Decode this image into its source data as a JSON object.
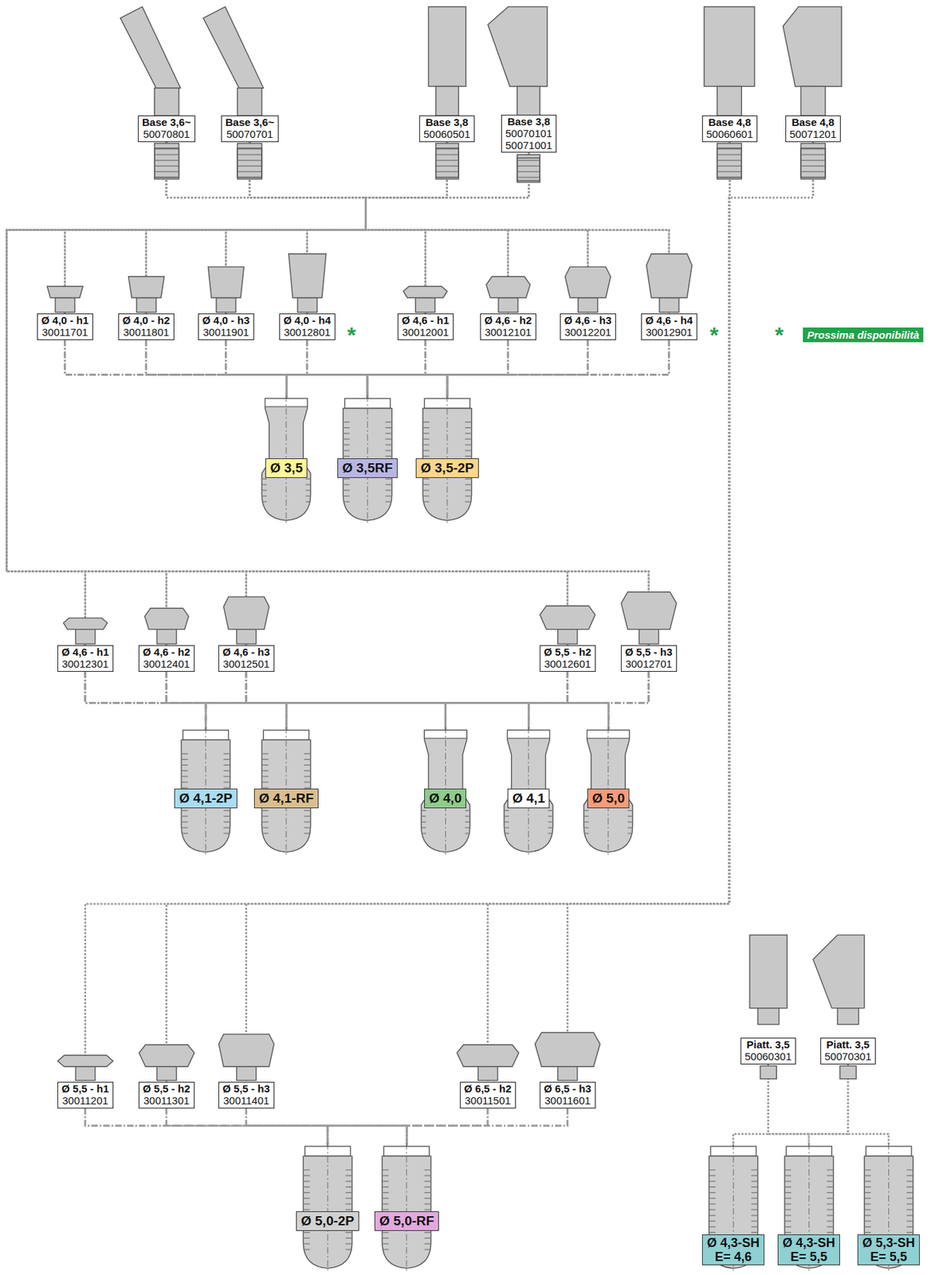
{
  "diagram": {
    "nodes": [
      {
        "text": [
          "Base 3,6~",
          "50070801"
        ]
      },
      {
        "text": [
          "Base 3,6~",
          "50070701"
        ]
      },
      {
        "text": [
          "Base 3,8",
          "50060501"
        ]
      },
      {
        "text": [
          "Base 3,8",
          "50070101",
          "50071001"
        ]
      },
      {
        "text": [
          "Base 4,8",
          "50060601"
        ]
      },
      {
        "text": [
          "Base 4,8",
          "50071201"
        ]
      },
      {
        "text": [
          "Ø 4,0 - h1",
          "30011701"
        ]
      },
      {
        "text": [
          "Ø 4,0 - h2",
          "30011801"
        ]
      },
      {
        "text": [
          "Ø 4,0 - h3",
          "30011901"
        ]
      },
      {
        "text": [
          "Ø 4,0 - h4",
          "30012801"
        ]
      },
      {
        "text": [
          "Ø 4,6 - h1",
          "30012001"
        ]
      },
      {
        "text": [
          "Ø 4,6 - h2",
          "30012101"
        ]
      },
      {
        "text": [
          "Ø 4,6 - h3",
          "30012201"
        ]
      },
      {
        "text": [
          "Ø 4,6 - h4",
          "30012901"
        ]
      },
      {
        "text": [
          "Ø 3,5"
        ]
      },
      {
        "text": [
          "Ø 3,5RF"
        ]
      },
      {
        "text": [
          "Ø 3,5-2P"
        ]
      },
      {
        "text": [
          "Ø 4,6 - h1",
          "30012301"
        ]
      },
      {
        "text": [
          "Ø 4,6 - h2",
          "30012401"
        ]
      },
      {
        "text": [
          "Ø 4,6 - h3",
          "30012501"
        ]
      },
      {
        "text": [
          "Ø 5,5 - h2",
          "30012601"
        ]
      },
      {
        "text": [
          "Ø 5,5 - h3",
          "30012701"
        ]
      },
      {
        "text": [
          "Ø 4,1-2P"
        ]
      },
      {
        "text": [
          "Ø 4,1-RF"
        ]
      },
      {
        "text": [
          "Ø 4,0"
        ]
      },
      {
        "text": [
          "Ø 4,1"
        ]
      },
      {
        "text": [
          "Ø 5,0"
        ]
      },
      {
        "text": [
          "Ø 5,5 - h1",
          "30011201"
        ]
      },
      {
        "text": [
          "Ø 5,5 - h2",
          "30011301"
        ]
      },
      {
        "text": [
          "Ø 5,5 - h3",
          "30011401"
        ]
      },
      {
        "text": [
          "Ø 6,5 - h2",
          "30011501"
        ]
      },
      {
        "text": [
          "Ø 6,5 - h3",
          "30011601"
        ]
      },
      {
        "text": [
          "Ø 5,0-2P"
        ]
      },
      {
        "text": [
          "Ø 5,0-RF"
        ]
      },
      {
        "text": [
          "Piatt. 3,5",
          "50060301"
        ]
      },
      {
        "text": [
          "Piatt. 3,5",
          "50070301"
        ]
      },
      {
        "text": [
          "Ø 4,3-SH",
          "E= 4,6"
        ]
      },
      {
        "text": [
          "Ø 4,3-SH",
          "E= 5,5"
        ]
      },
      {
        "text": [
          "Ø 5,3-SH",
          "E= 5,5"
        ]
      }
    ],
    "edges": [
      {
        "from": 0,
        "to": 6,
        "arrow": "none"
      },
      {
        "from": 0,
        "to": 7,
        "arrow": "none"
      },
      {
        "from": 0,
        "to": 8,
        "arrow": "none"
      },
      {
        "from": 0,
        "to": 9,
        "arrow": "none"
      },
      {
        "from": 0,
        "to": 10,
        "arrow": "none"
      },
      {
        "from": 0,
        "to": 11,
        "arrow": "none"
      },
      {
        "from": 0,
        "to": 12,
        "arrow": "none"
      },
      {
        "from": 0,
        "to": 13,
        "arrow": "none"
      },
      {
        "from": 1,
        "to": 6,
        "arrow": "none"
      },
      {
        "from": 1,
        "to": 7,
        "arrow": "none"
      },
      {
        "from": 1,
        "to": 8,
        "arrow": "none"
      },
      {
        "from": 1,
        "to": 9,
        "arrow": "none"
      },
      {
        "from": 1,
        "to": 10,
        "arrow": "none"
      },
      {
        "from": 1,
        "to": 11,
        "arrow": "none"
      },
      {
        "from": 1,
        "to": 12,
        "arrow": "none"
      },
      {
        "from": 1,
        "to": 13,
        "arrow": "none"
      },
      {
        "from": 2,
        "to": 6,
        "arrow": "none"
      },
      {
        "from": 2,
        "to": 7,
        "arrow": "none"
      },
      {
        "from": 2,
        "to": 8,
        "arrow": "none"
      },
      {
        "from": 2,
        "to": 9,
        "arrow": "none"
      },
      {
        "from": 2,
        "to": 10,
        "arrow": "none"
      },
      {
        "from": 2,
        "to": 11,
        "arrow": "none"
      },
      {
        "from": 2,
        "to": 12,
        "arrow": "none"
      },
      {
        "from": 2,
        "to": 13,
        "arrow": "none"
      },
      {
        "from": 3,
        "to": 6,
        "arrow": "none"
      },
      {
        "from": 3,
        "to": 7,
        "arrow": "none"
      },
      {
        "from": 3,
        "to": 8,
        "arrow": "none"
      },
      {
        "from": 3,
        "to": 9,
        "arrow": "none"
      },
      {
        "from": 3,
        "to": 10,
        "arrow": "none"
      },
      {
        "from": 3,
        "to": 11,
        "arrow": "none"
      },
      {
        "from": 3,
        "to": 12,
        "arrow": "none"
      },
      {
        "from": 3,
        "to": 13,
        "arrow": "none"
      },
      {
        "from": 0,
        "to": 17,
        "arrow": "none"
      },
      {
        "from": 0,
        "to": 18,
        "arrow": "none"
      },
      {
        "from": 0,
        "to": 19,
        "arrow": "none"
      },
      {
        "from": 0,
        "to": 20,
        "arrow": "none"
      },
      {
        "from": 0,
        "to": 21,
        "arrow": "none"
      },
      {
        "from": 1,
        "to": 17,
        "arrow": "none"
      },
      {
        "from": 1,
        "to": 18,
        "arrow": "none"
      },
      {
        "from": 1,
        "to": 19,
        "arrow": "none"
      },
      {
        "from": 1,
        "to": 20,
        "arrow": "none"
      },
      {
        "from": 1,
        "to": 21,
        "arrow": "none"
      },
      {
        "from": 2,
        "to": 17,
        "arrow": "none"
      },
      {
        "from": 2,
        "to": 18,
        "arrow": "none"
      },
      {
        "from": 2,
        "to": 19,
        "arrow": "none"
      },
      {
        "from": 2,
        "to": 20,
        "arrow": "none"
      },
      {
        "from": 2,
        "to": 21,
        "arrow": "none"
      },
      {
        "from": 3,
        "to": 17,
        "arrow": "none"
      },
      {
        "from": 3,
        "to": 18,
        "arrow": "none"
      },
      {
        "from": 3,
        "to": 19,
        "arrow": "none"
      },
      {
        "from": 3,
        "to": 20,
        "arrow": "none"
      },
      {
        "from": 3,
        "to": 21,
        "arrow": "none"
      },
      {
        "from": 4,
        "to": 27,
        "arrow": "none"
      },
      {
        "from": 4,
        "to": 28,
        "arrow": "none"
      },
      {
        "from": 4,
        "to": 29,
        "arrow": "none"
      },
      {
        "from": 4,
        "to": 30,
        "arrow": "none"
      },
      {
        "from": 4,
        "to": 31,
        "arrow": "none"
      },
      {
        "from": 5,
        "to": 27,
        "arrow": "none"
      },
      {
        "from": 5,
        "to": 28,
        "arrow": "none"
      },
      {
        "from": 5,
        "to": 29,
        "arrow": "none"
      },
      {
        "from": 5,
        "to": 30,
        "arrow": "none"
      },
      {
        "from": 5,
        "to": 31,
        "arrow": "none"
      },
      {
        "from": 6,
        "to": 14,
        "arrow": "none"
      },
      {
        "from": 6,
        "to": 15,
        "arrow": "none"
      },
      {
        "from": 6,
        "to": 16,
        "arrow": "none"
      },
      {
        "from": 7,
        "to": 14,
        "arrow": "none"
      },
      {
        "from": 7,
        "to": 15,
        "arrow": "none"
      },
      {
        "from": 7,
        "to": 16,
        "arrow": "none"
      },
      {
        "from": 8,
        "to": 14,
        "arrow": "none"
      },
      {
        "from": 8,
        "to": 15,
        "arrow": "none"
      },
      {
        "from": 8,
        "to": 16,
        "arrow": "none"
      },
      {
        "from": 9,
        "to": 14,
        "arrow": "none"
      },
      {
        "from": 9,
        "to": 15,
        "arrow": "none"
      },
      {
        "from": 9,
        "to": 16,
        "arrow": "none"
      },
      {
        "from": 10,
        "to": 14,
        "arrow": "none"
      },
      {
        "from": 10,
        "to": 15,
        "arrow": "none"
      },
      {
        "from": 10,
        "to": 16,
        "arrow": "none"
      },
      {
        "from": 11,
        "to": 14,
        "arrow": "none"
      },
      {
        "from": 11,
        "to": 15,
        "arrow": "none"
      },
      {
        "from": 11,
        "to": 16,
        "arrow": "none"
      },
      {
        "from": 12,
        "to": 14,
        "arrow": "none"
      },
      {
        "from": 12,
        "to": 15,
        "arrow": "none"
      },
      {
        "from": 12,
        "to": 16,
        "arrow": "none"
      },
      {
        "from": 13,
        "to": 14,
        "arrow": "none"
      },
      {
        "from": 13,
        "to": 15,
        "arrow": "none"
      },
      {
        "from": 13,
        "to": 16,
        "arrow": "none"
      },
      {
        "from": 17,
        "to": 22,
        "arrow": "none"
      },
      {
        "from": 17,
        "to": 23,
        "arrow": "none"
      },
      {
        "from": 17,
        "to": 24,
        "arrow": "none"
      },
      {
        "from": 17,
        "to": 25,
        "arrow": "none"
      },
      {
        "from": 17,
        "to": 26,
        "arrow": "none"
      },
      {
        "from": 18,
        "to": 22,
        "arrow": "none"
      },
      {
        "from": 18,
        "to": 23,
        "arrow": "none"
      },
      {
        "from": 18,
        "to": 24,
        "arrow": "none"
      },
      {
        "from": 18,
        "to": 25,
        "arrow": "none"
      },
      {
        "from": 18,
        "to": 26,
        "arrow": "none"
      },
      {
        "from": 19,
        "to": 22,
        "arrow": "none"
      },
      {
        "from": 19,
        "to": 23,
        "arrow": "none"
      },
      {
        "from": 19,
        "to": 24,
        "arrow": "none"
      },
      {
        "from": 19,
        "to": 25,
        "arrow": "none"
      },
      {
        "from": 19,
        "to": 26,
        "arrow": "none"
      },
      {
        "from": 20,
        "to": 22,
        "arrow": "none"
      },
      {
        "from": 20,
        "to": 23,
        "arrow": "none"
      },
      {
        "from": 20,
        "to": 24,
        "arrow": "none"
      },
      {
        "from": 20,
        "to": 25,
        "arrow": "none"
      },
      {
        "from": 20,
        "to": 26,
        "arrow": "none"
      },
      {
        "from": 21,
        "to": 22,
        "arrow": "none"
      },
      {
        "from": 21,
        "to": 23,
        "arrow": "none"
      },
      {
        "from": 21,
        "to": 24,
        "arrow": "none"
      },
      {
        "from": 21,
        "to": 25,
        "arrow": "none"
      },
      {
        "from": 21,
        "to": 26,
        "arrow": "none"
      },
      {
        "from": 27,
        "to": 32,
        "arrow": "none"
      },
      {
        "from": 27,
        "to": 33,
        "arrow": "none"
      },
      {
        "from": 28,
        "to": 32,
        "arrow": "none"
      },
      {
        "from": 28,
        "to": 33,
        "arrow": "none"
      },
      {
        "from": 29,
        "to": 32,
        "arrow": "none"
      },
      {
        "from": 29,
        "to": 33,
        "arrow": "none"
      },
      {
        "from": 30,
        "to": 32,
        "arrow": "none"
      },
      {
        "from": 30,
        "to": 33,
        "arrow": "none"
      },
      {
        "from": 31,
        "to": 32,
        "arrow": "none"
      },
      {
        "from": 31,
        "to": 33,
        "arrow": "none"
      },
      {
        "from": 34,
        "to": 36,
        "arrow": "none"
      },
      {
        "from": 34,
        "to": 37,
        "arrow": "none"
      },
      {
        "from": 34,
        "to": 38,
        "arrow": "none"
      },
      {
        "from": 35,
        "to": 36,
        "arrow": "none"
      },
      {
        "from": 35,
        "to": 37,
        "arrow": "none"
      },
      {
        "from": 35,
        "to": 38,
        "arrow": "none"
      }
    ],
    "labels": [
      "*",
      "*",
      "*"
    ],
    "legend": [
      {
        "text": "Prossima disponibilità",
        "color": "#1fa34a"
      }
    ]
  }
}
